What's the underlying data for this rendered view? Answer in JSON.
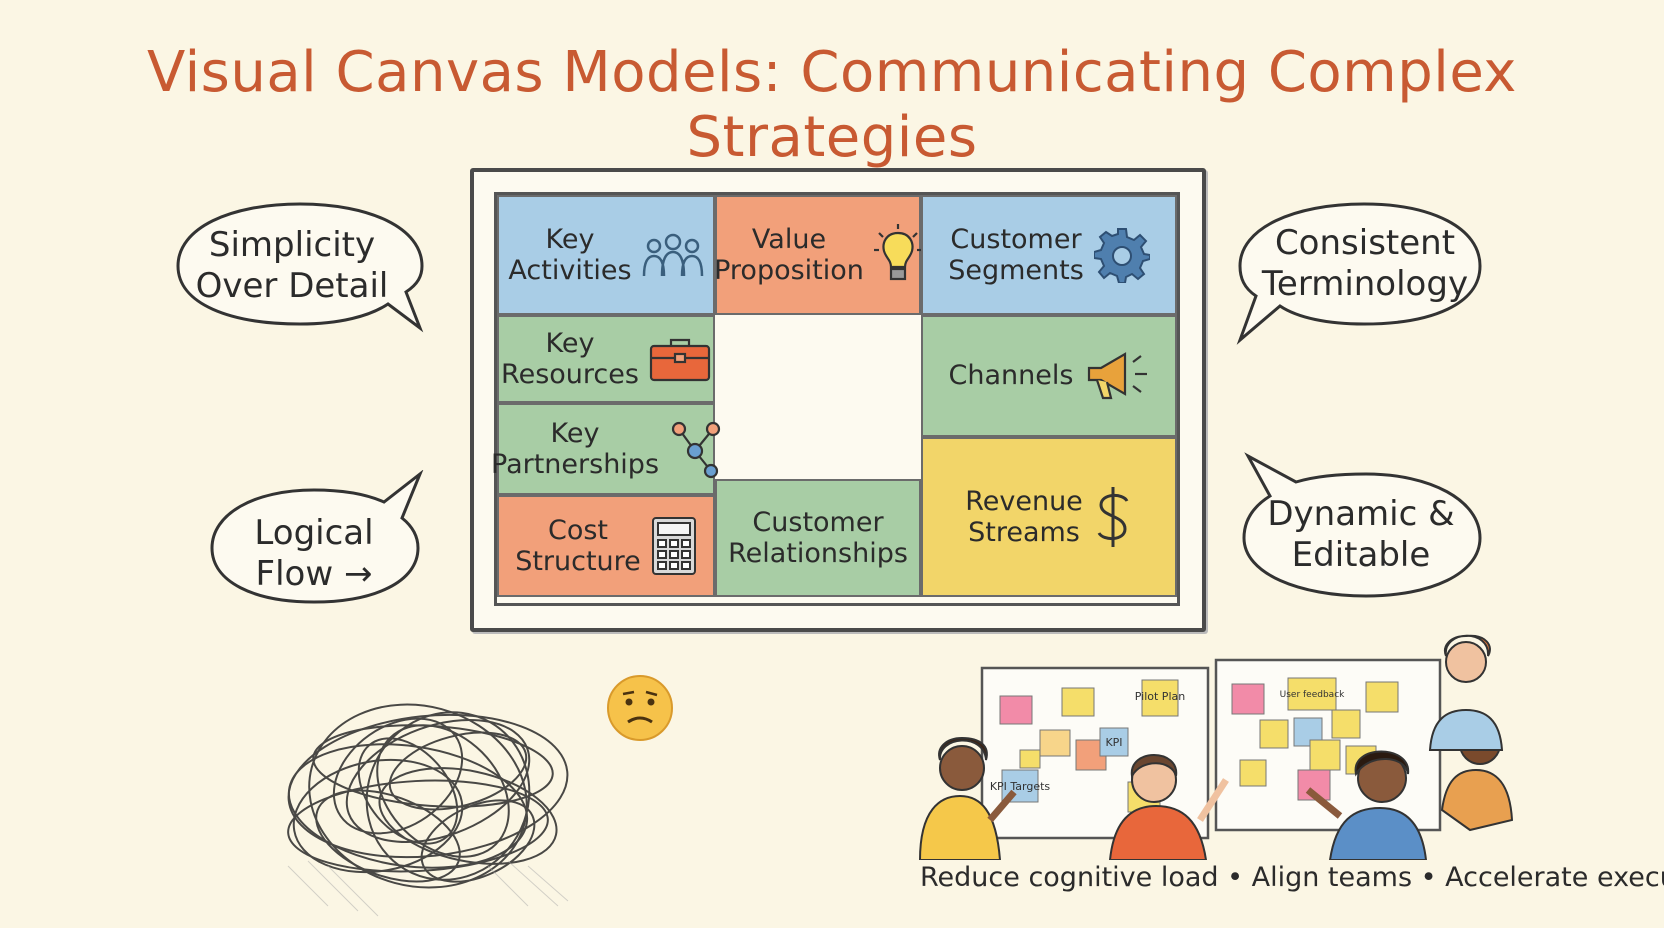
{
  "title": "Visual Canvas Models: Communicating Complex Strategies",
  "canvas": {
    "key_activities": "Key\nActivities",
    "value_proposition": "Value\nProposition",
    "customer_segments": "Customer\nSegments",
    "key_resources": "Key\nResources",
    "channels": "Channels",
    "key_partnerships": "Key\nPartnerships",
    "cost_structure": "Cost\nStructure",
    "customer_relationships": "Customer\nRelationships",
    "revenue_streams": "Revenue\nStreams"
  },
  "bubbles": {
    "simplicity": "Simplicity\nOver Detail",
    "logical_flow": "Logical\nFlow →",
    "consistent": "Consistent\nTerminology",
    "dynamic": "Dynamic &\nEditable"
  },
  "sticky_notes": {
    "pilot_plan": "Pilot Plan",
    "kpi": "KPI",
    "kpi_targets": "KPI Targets",
    "user_feedback": "User feedback"
  },
  "tagline": "Reduce cognitive load • Align teams • Accelerate execution",
  "colors": {
    "title": "#c85a32",
    "blue": "#a9cde6",
    "orange": "#f2a07a",
    "green": "#a8cda5",
    "yellow": "#f2d569"
  },
  "icons": {
    "key_activities": "people-icon",
    "value_proposition": "lightbulb-icon",
    "customer_segments": "gear-icon",
    "key_resources": "toolbox-icon",
    "channels": "megaphone-icon",
    "key_partnerships": "network-icon",
    "cost_structure": "calculator-icon",
    "revenue_streams": "dollar-icon"
  }
}
